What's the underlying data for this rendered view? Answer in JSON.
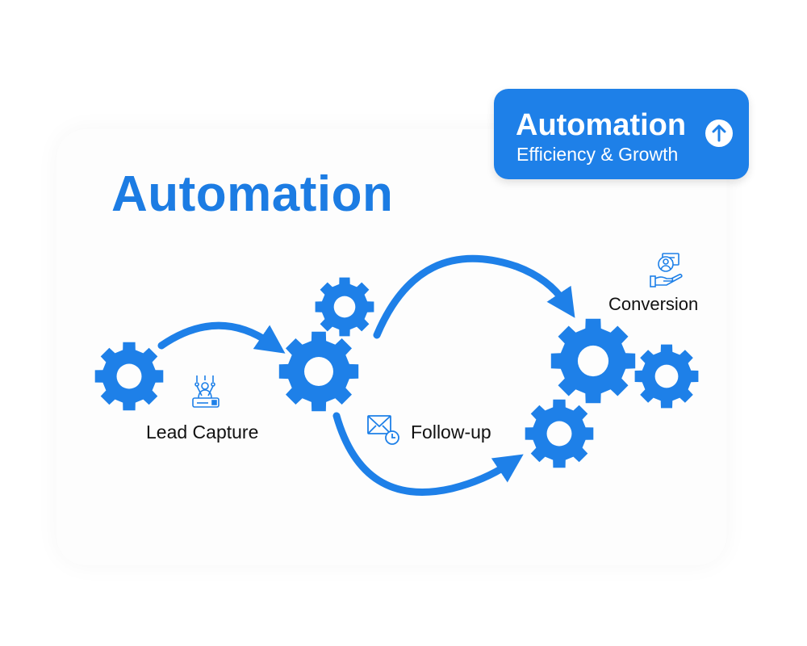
{
  "title": "Automation",
  "badge": {
    "title": "Automation",
    "subtitle": "Efficiency & Growth",
    "icon": "arrow-up-circle-icon"
  },
  "stages": [
    {
      "label": "Lead Capture",
      "icon": "lead-capture-icon"
    },
    {
      "label": "Follow-up",
      "icon": "email-clock-icon"
    },
    {
      "label": "Conversion",
      "icon": "hand-user-chat-icon"
    }
  ],
  "colors": {
    "accent": "#1e80e8",
    "text": "#111111",
    "background": "#ffffff"
  }
}
